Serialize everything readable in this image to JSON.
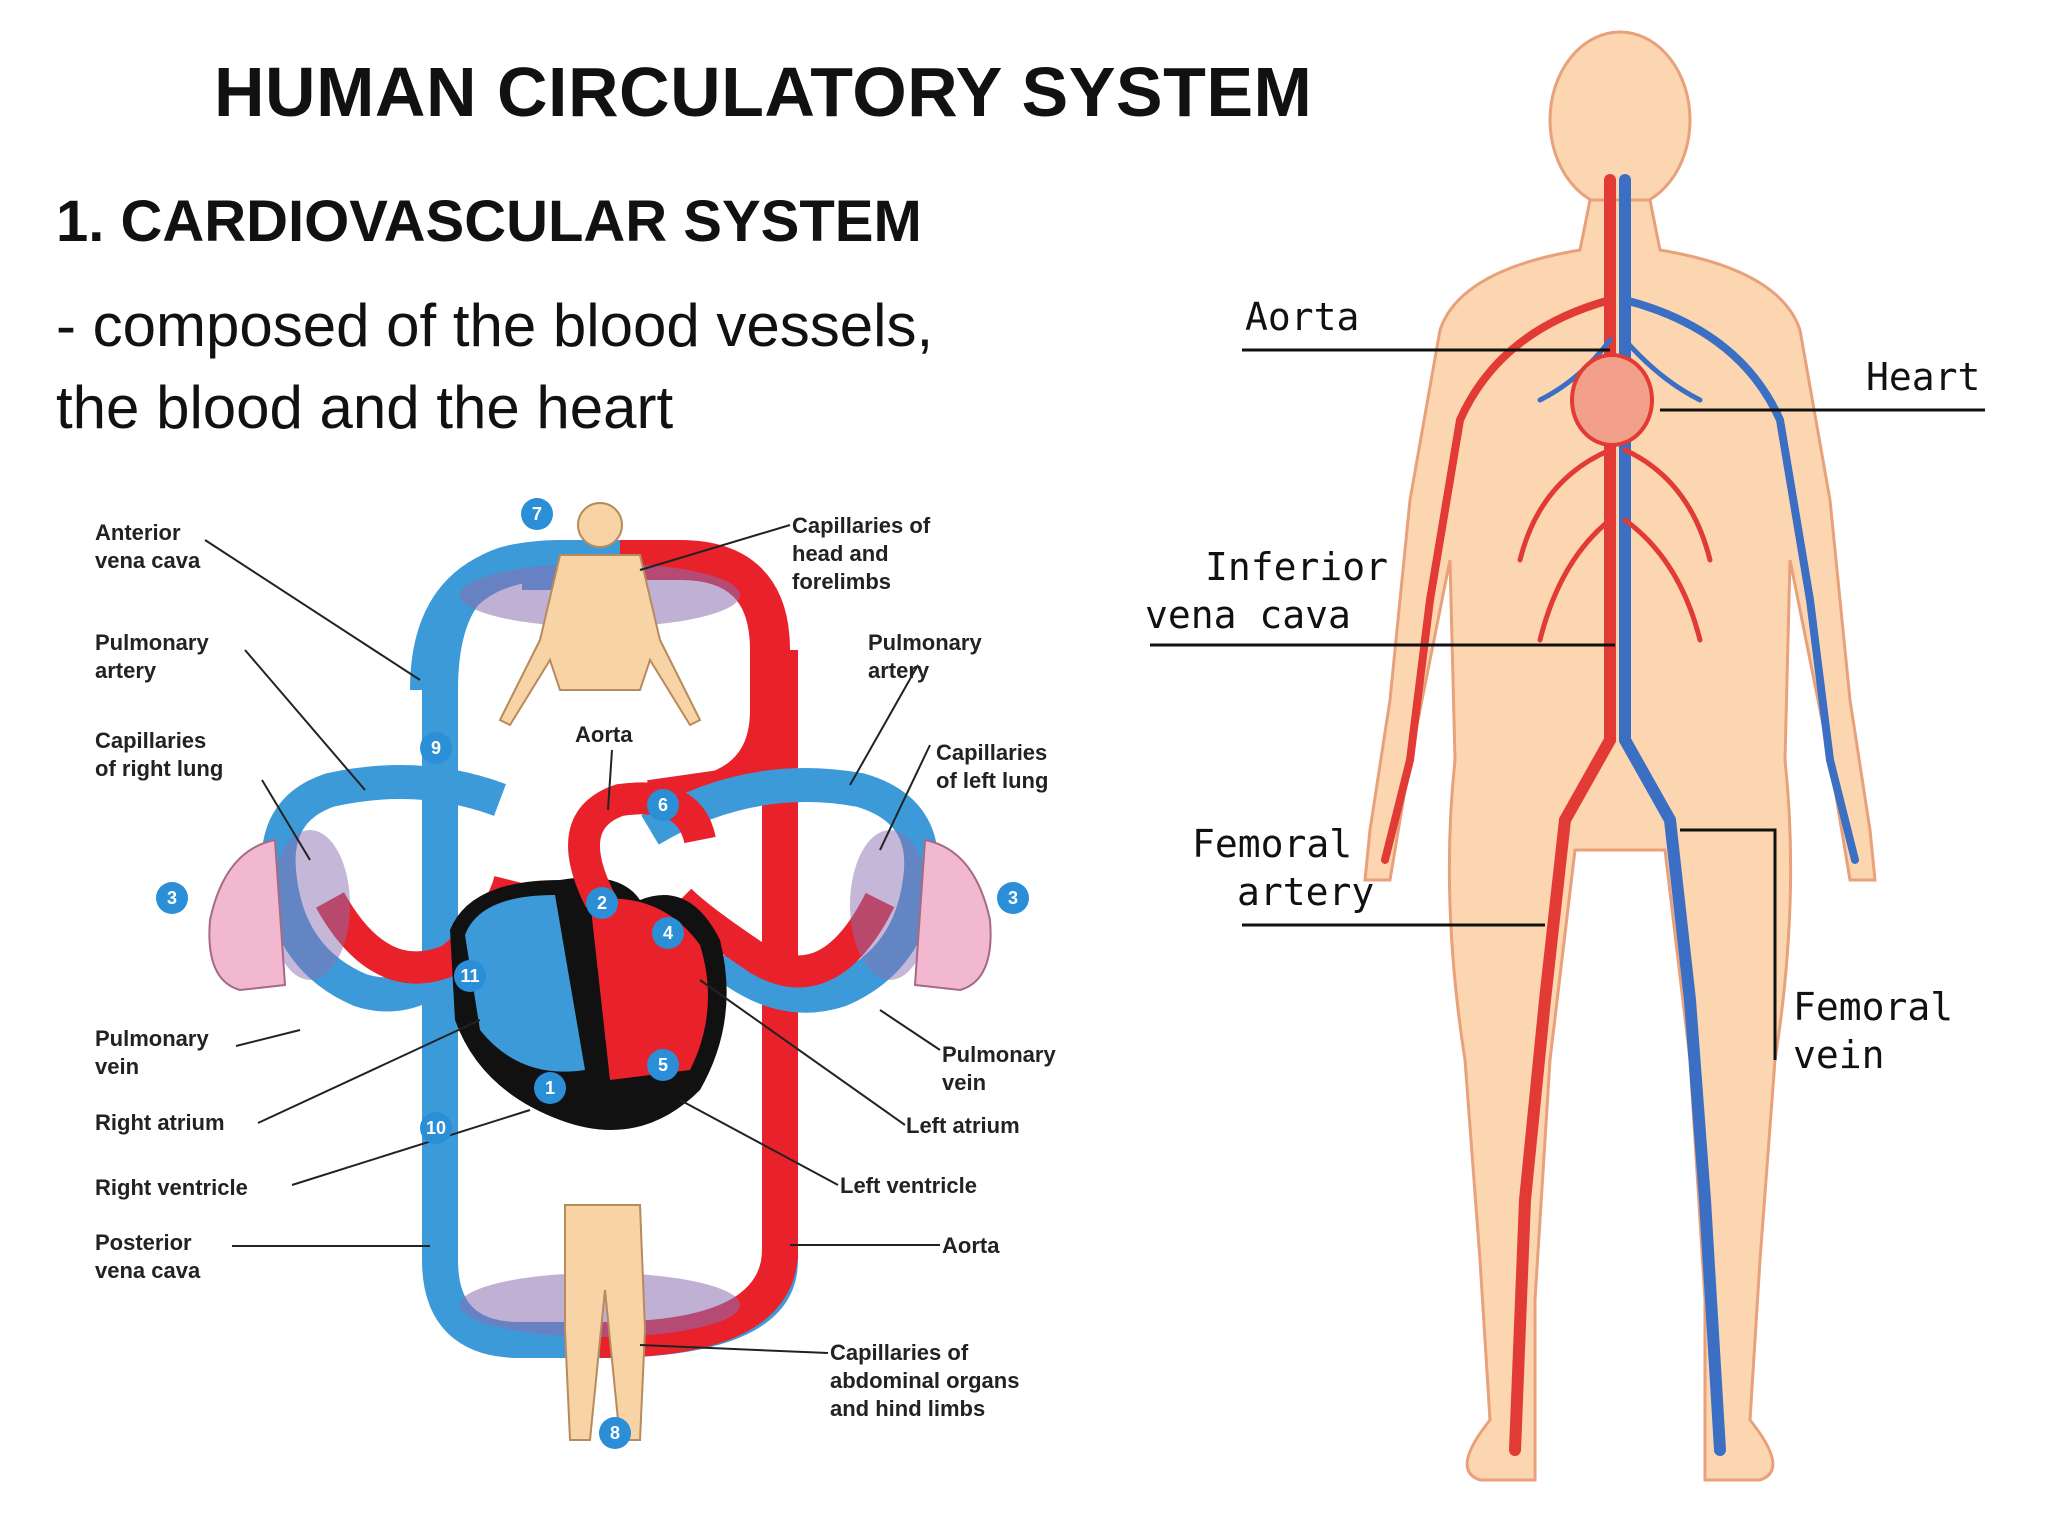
{
  "slide": {
    "title": "HUMAN CIRCULATORY SYSTEM",
    "subtitle": "1. CARDIOVASCULAR SYSTEM",
    "description_lines": [
      "- composed of the blood vessels,",
      "the blood and the heart"
    ]
  },
  "circuit_diagram": {
    "labels_left": {
      "anterior_vena_cava": [
        "Anterior",
        "vena cava"
      ],
      "pulmonary_artery": [
        "Pulmonary",
        "artery"
      ],
      "capillaries_right_lung": [
        "Capillaries",
        "of right lung"
      ],
      "pulmonary_vein": [
        "Pulmonary",
        "vein"
      ],
      "right_atrium": "Right atrium",
      "right_ventricle": "Right ventricle",
      "posterior_vena_cava": [
        "Posterior",
        "vena cava"
      ]
    },
    "labels_right": {
      "capillaries_head": [
        "Capillaries of",
        "head and",
        "forelimbs"
      ],
      "pulmonary_artery": [
        "Pulmonary",
        "artery"
      ],
      "capillaries_left_lung": [
        "Capillaries",
        "of left lung"
      ],
      "pulmonary_vein": [
        "Pulmonary",
        "vein"
      ],
      "left_atrium": "Left atrium",
      "left_ventricle": "Left ventricle",
      "aorta": "Aorta",
      "capillaries_abdominal": [
        "Capillaries of",
        "abdominal organs",
        "and hind limbs"
      ]
    },
    "aorta_center": "Aorta",
    "step_numbers": {
      "n1": "1",
      "n2": "2",
      "n3_left": "3",
      "n3_right": "3",
      "n4": "4",
      "n5": "5",
      "n6": "6",
      "n7": "7",
      "n8": "8",
      "n9": "9",
      "n10": "10",
      "n11": "11"
    },
    "colors": {
      "oxygenated": "#e8212a",
      "deoxygenated": "#3d9ad8",
      "number_badge": "#2a8fd6",
      "skin": "#f7d3a6",
      "lung": "#f2b8cf"
    }
  },
  "body_diagram": {
    "labels": {
      "aorta": "Aorta",
      "heart": "Heart",
      "inferior_vena_cava": [
        "Inferior",
        "vena cava"
      ],
      "femoral_artery": [
        "Femoral",
        "artery"
      ],
      "femoral_vein": [
        "Femoral",
        "vein"
      ]
    },
    "colors": {
      "skin": "#fbd6b0",
      "outline": "#e8a17a",
      "artery": "#e23a34",
      "vein": "#3a6fc4"
    }
  }
}
